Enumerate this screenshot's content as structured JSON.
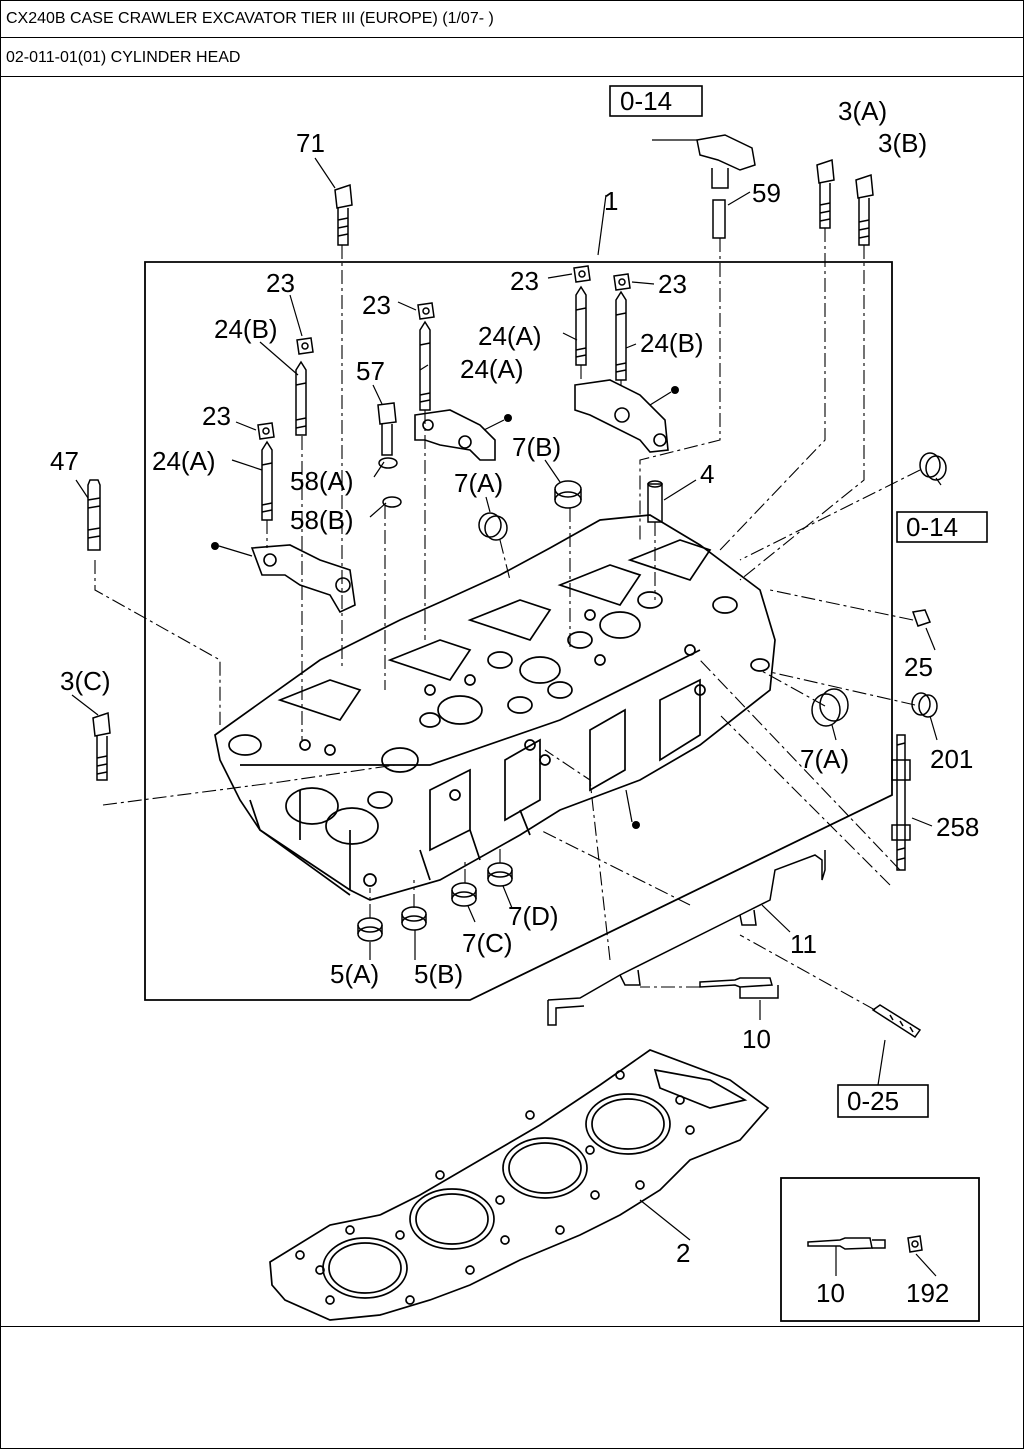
{
  "header": {
    "title": "CX240B CASE CRAWLER EXCAVATOR TIER III (EUROPE) (1/07- )",
    "section": "02-011-01(01) CYLINDER HEAD"
  },
  "callouts": {
    "l71": "71",
    "l0_14_top": "0-14",
    "l3a": "3(A)",
    "l3b": "3(B)",
    "l59": "59",
    "l1": "1",
    "l23_a": "23",
    "l23_b": "23",
    "l23_c": "23",
    "l23_d": "23",
    "l23_e": "23",
    "l24b_a": "24(B)",
    "l24b_b": "24(B)",
    "l24a_a": "24(A)",
    "l24a_b": "24(A)",
    "l24a_c": "24(A)",
    "l57": "57",
    "l58a": "58(A)",
    "l58b": "58(B)",
    "l47": "47",
    "l7b": "7(B)",
    "l7a_top": "7(A)",
    "l4": "4",
    "l0_14_right": "0-14",
    "l25": "25",
    "l3c": "3(C)",
    "l7a_mid": "7(A)",
    "l201": "201",
    "l258": "258",
    "l11": "11",
    "l7d": "7(D)",
    "l7c": "7(C)",
    "l5a": "5(A)",
    "l5b": "5(B)",
    "l10": "10",
    "l0_25": "0-25",
    "l2": "2",
    "l10_inset": "10",
    "l192": "192"
  }
}
